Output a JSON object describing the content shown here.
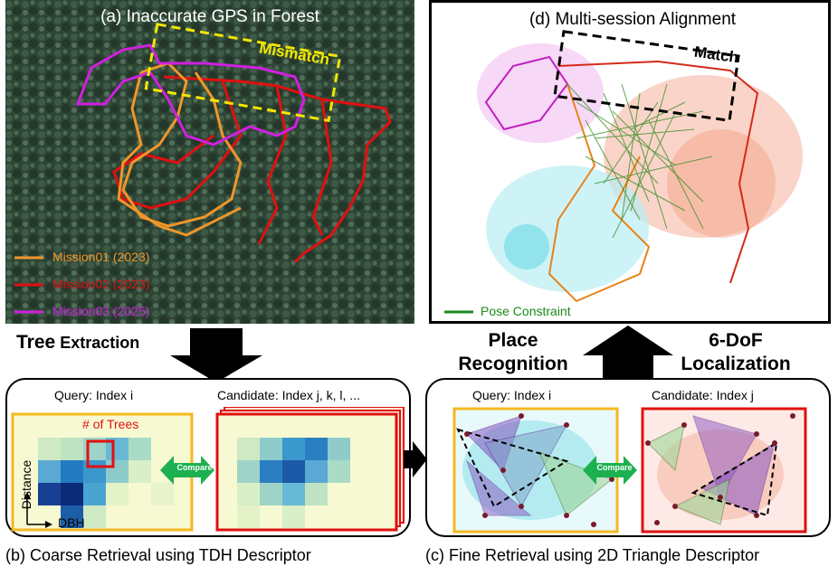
{
  "panel_a": {
    "title": "(a) Inaccurate GPS in Forest",
    "mismatch_label": "Mismatch",
    "legend": [
      {
        "label": "Mission01 (2023)",
        "color": "#f0962a"
      },
      {
        "label": "Mission02 (2023)",
        "color": "#e01010"
      },
      {
        "label": "Mission03 (2025)",
        "color": "#d020e0"
      }
    ]
  },
  "panel_d": {
    "title": "(d) Multi-session Alignment",
    "match_label": "Match",
    "legend_label": "Pose Constraint",
    "legend_color": "#1a8a1a"
  },
  "arrows": {
    "tree_extraction_bold": "Tree",
    "tree_extraction_rest": " Extraction",
    "place_recognition": [
      "Place",
      "Recognition"
    ],
    "localization": [
      "6-DoF",
      "Localization"
    ]
  },
  "panel_b": {
    "query_label": "Query: Index i",
    "candidate_label": "Candidate: Index j, k, l, ...",
    "trees_label": "# of Trees",
    "y_axis": "Distance",
    "x_axis": "DBH",
    "compare_label": "Compare",
    "caption": "(b) Coarse Retrieval using TDH Descriptor"
  },
  "panel_c": {
    "query_label": "Query: Index i",
    "candidate_label": "Candidate: Index j",
    "compare_label": "Compare",
    "caption": "(c) Fine Retrieval using 2D Triangle Descriptor"
  },
  "colors": {
    "orange": "#f5b820",
    "red": "#e01010",
    "compare_green": "#1db050",
    "heat_light": "#f7f9d2",
    "heat_dark": "#0b2a78"
  }
}
